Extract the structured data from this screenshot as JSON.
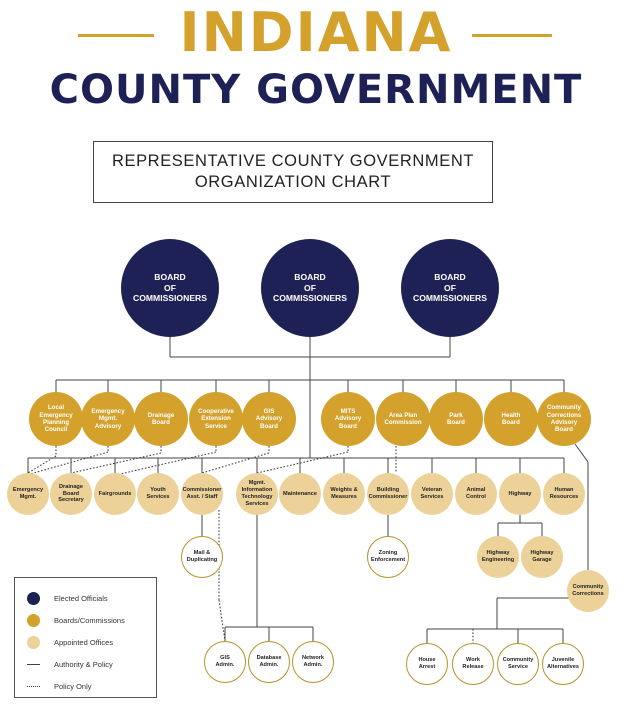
{
  "header": {
    "state": "INDIANA",
    "subtitle": "COUNTY GOVERNMENT",
    "accent_color": "#d3a12c",
    "navy_color": "#1e2155"
  },
  "chart_title": {
    "line1": "REPRESENTATIVE COUNTY GOVERNMENT",
    "line2": "ORGANIZATION CHART"
  },
  "nodes": [
    {
      "id": "boc1",
      "type": "elected",
      "lines": [
        "BOARD",
        "OF",
        "COMMISSIONERS"
      ]
    },
    {
      "id": "boc2",
      "type": "elected",
      "lines": [
        "BOARD",
        "OF",
        "COMMISSIONERS"
      ]
    },
    {
      "id": "boc3",
      "type": "elected",
      "lines": [
        "BOARD",
        "OF",
        "COMMISSIONERS"
      ]
    },
    {
      "id": "lepc",
      "type": "board",
      "lines": [
        "Local",
        "Emergency",
        "Planning",
        "Council"
      ]
    },
    {
      "id": "ema",
      "type": "board",
      "lines": [
        "Emergency",
        "Mgmt.",
        "Advisory"
      ]
    },
    {
      "id": "drain",
      "type": "board",
      "lines": [
        "Drainage",
        "Board"
      ]
    },
    {
      "id": "coop",
      "type": "board",
      "lines": [
        "Cooperative",
        "Extension",
        "Service"
      ]
    },
    {
      "id": "gisab",
      "type": "board",
      "lines": [
        "GIS",
        "Advisory",
        "Board"
      ]
    },
    {
      "id": "mits",
      "type": "board",
      "lines": [
        "MITS",
        "Advisory",
        "Board"
      ]
    },
    {
      "id": "apc",
      "type": "board",
      "lines": [
        "Area Plan",
        "Commission"
      ]
    },
    {
      "id": "park",
      "type": "board",
      "lines": [
        "Park",
        "Board"
      ]
    },
    {
      "id": "health",
      "type": "board",
      "lines": [
        "Health",
        "Board"
      ]
    },
    {
      "id": "ccab",
      "type": "board",
      "lines": [
        "Community",
        "Corrections",
        "Advisory",
        "Board"
      ]
    },
    {
      "id": "emgmt",
      "type": "appt",
      "lines": [
        "Emergency",
        "Mgmt."
      ]
    },
    {
      "id": "dbs",
      "type": "appt",
      "lines": [
        "Drainage",
        "Board",
        "Secretary"
      ]
    },
    {
      "id": "fair",
      "type": "appt",
      "lines": [
        "Fairgrounds"
      ]
    },
    {
      "id": "youth",
      "type": "appt",
      "lines": [
        "Youth",
        "Services"
      ]
    },
    {
      "id": "cas",
      "type": "appt",
      "lines": [
        "Commissioner",
        "Asst. / Staff"
      ]
    },
    {
      "id": "mits2",
      "type": "appt",
      "lines": [
        "Mgmt.",
        "Information",
        "Technology",
        "Services"
      ]
    },
    {
      "id": "maint",
      "type": "appt",
      "lines": [
        "Maintenance"
      ]
    },
    {
      "id": "wm",
      "type": "appt",
      "lines": [
        "Weights &",
        "Measures"
      ]
    },
    {
      "id": "bc",
      "type": "appt",
      "lines": [
        "Building",
        "Commissioner"
      ]
    },
    {
      "id": "vet",
      "type": "appt",
      "lines": [
        "Veteran",
        "Services"
      ]
    },
    {
      "id": "animal",
      "type": "appt",
      "lines": [
        "Animal",
        "Control"
      ]
    },
    {
      "id": "hwy",
      "type": "appt",
      "lines": [
        "Highway"
      ]
    },
    {
      "id": "hr",
      "type": "appt",
      "lines": [
        "Human",
        "Resources"
      ]
    },
    {
      "id": "hweng",
      "type": "appt",
      "lines": [
        "Highway",
        "Engineering"
      ]
    },
    {
      "id": "hwgar",
      "type": "appt",
      "lines": [
        "Highway",
        "Garage"
      ]
    },
    {
      "id": "mail",
      "type": "outline",
      "lines": [
        "Mail &",
        "Duplicating"
      ]
    },
    {
      "id": "zoning",
      "type": "outline",
      "lines": [
        "Zoning",
        "Enforcement"
      ]
    },
    {
      "id": "comcor",
      "type": "appt",
      "lines": [
        "Community",
        "Corrections"
      ]
    },
    {
      "id": "gisadm",
      "type": "outline",
      "lines": [
        "GIS",
        "Admin."
      ]
    },
    {
      "id": "dbadm",
      "type": "outline",
      "lines": [
        "Database",
        "Admin."
      ]
    },
    {
      "id": "netadm",
      "type": "outline",
      "lines": [
        "Network",
        "Admin."
      ]
    },
    {
      "id": "house",
      "type": "outline",
      "lines": [
        "House",
        "Arrest"
      ]
    },
    {
      "id": "work",
      "type": "outline",
      "lines": [
        "Work",
        "Release"
      ]
    },
    {
      "id": "cserv",
      "type": "outline",
      "lines": [
        "Community",
        "Service"
      ]
    },
    {
      "id": "juv",
      "type": "outline",
      "lines": [
        "Juvenile",
        "Alternatives"
      ]
    }
  ],
  "legend": {
    "items": [
      {
        "symbol": "elected",
        "label": "Elected Officials",
        "color": "#1e2155"
      },
      {
        "symbol": "board",
        "label": "Boards/Commissions",
        "color": "#d3a12c"
      },
      {
        "symbol": "appt",
        "label": "Appointed Offices",
        "color": "#ecd199"
      },
      {
        "symbol": "solid",
        "label": "Authority & Policy"
      },
      {
        "symbol": "dotted",
        "label": "Policy Only"
      }
    ]
  }
}
